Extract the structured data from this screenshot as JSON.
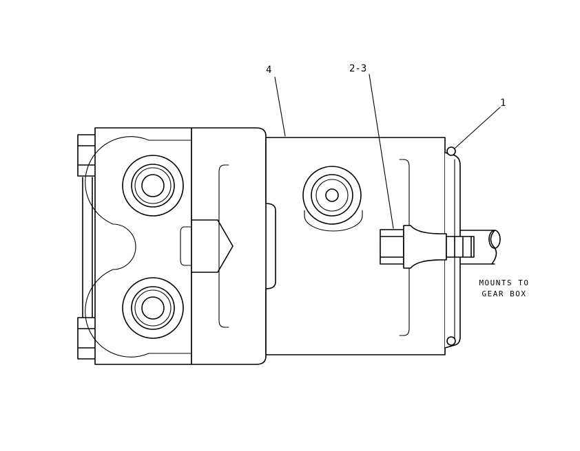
{
  "callouts": {
    "item_4": "4",
    "item_2_3": "2-3",
    "item_1": "1"
  },
  "note": {
    "line1": "MOUNTS TO",
    "line2": "GEAR BOX"
  }
}
